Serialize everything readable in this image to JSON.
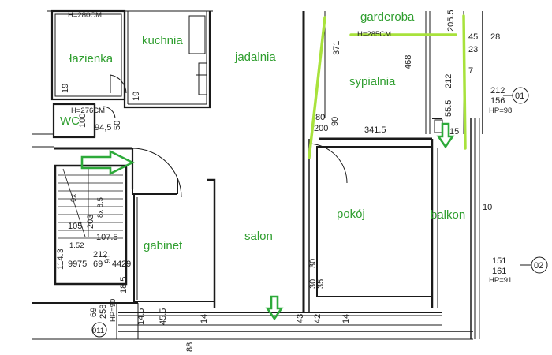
{
  "colors": {
    "label": "#2f9e2f",
    "arrow": "#2daa3a",
    "highlight": "#a8e23c",
    "wall": "#1a1a1a",
    "background": "#ffffff"
  },
  "rooms": {
    "lazienka": "łazienka",
    "kuchnia": "kuchnia",
    "jadalnia": "jadalnia",
    "garderoba": "garderoba",
    "sypialnia": "sypialnia",
    "wc": "WC",
    "gabinet": "gabinet",
    "salon": "salon",
    "pokoj": "pokój",
    "balkon": "balkon"
  },
  "dimensions": {
    "top_left_height": "H=280CM",
    "wc_height": "H=276CM",
    "garderoba_height": "H=285CM",
    "d_19a": "19",
    "d_19b": "19",
    "d_100": "100",
    "d_94": "94,5",
    "d_50": "50",
    "d_80": "80",
    "d_200": "200",
    "d_90": "90",
    "d_3415": "341.5",
    "d_371": "371",
    "d_468": "468",
    "d_2055": "205.5",
    "d_45": "45",
    "d_28": "28",
    "d_23": "23",
    "d_7": "7",
    "d_212a": "212",
    "d_212b": "212",
    "d_156": "156",
    "d_hp98": "HP=98",
    "d_555": "55.5",
    "d_15": "15",
    "d_01": "01",
    "d_10": "10",
    "d_151": "151",
    "d_161": "161",
    "d_hp91": "HP=91",
    "d_02": "02",
    "d_9x": "9x",
    "d_85": "8x 8.5",
    "d_105": "105",
    "d_203": "203",
    "d_1075": "107.5",
    "d_152": "1.52",
    "d_1143": "114.3",
    "d_99": "99",
    "d_75": "75",
    "d_212c": "212",
    "d_69a": "69",
    "d_91": "91",
    "d_44": "44",
    "d_29": "29",
    "d_185": "18.5",
    "d_69b": "69",
    "d_258": "258",
    "d_hp90": "HP=90",
    "d_011": "011",
    "d_145": "14.5",
    "d_455": "45.5",
    "d_14a": "14",
    "d_43": "43",
    "d_42": "42",
    "d_14b": "14",
    "d_88": "88",
    "d_30a": "30",
    "d_30b": "30",
    "d_35": "35"
  },
  "arrows": {
    "entrance": "right",
    "balkon_exit": "down",
    "salon_exit": "down"
  }
}
